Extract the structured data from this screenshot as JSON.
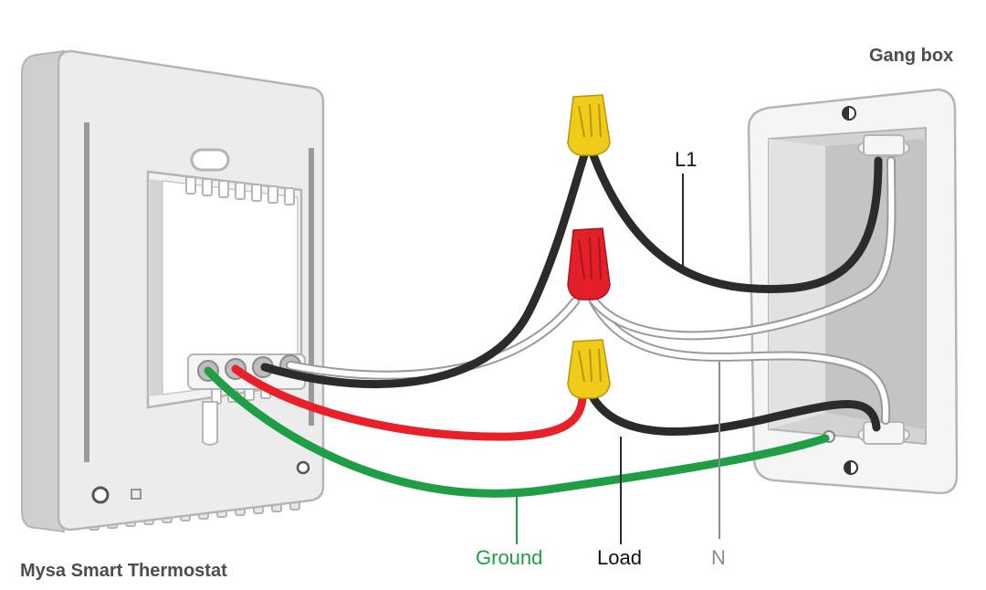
{
  "labels": {
    "gang_box": "Gang box",
    "thermostat": "Mysa Smart Thermostat",
    "l1": "L1",
    "ground": "Ground",
    "load": "Load",
    "neutral": "N"
  },
  "colors": {
    "black_wire": "#2b2b2b",
    "white_wire": "#ffffff",
    "red_wire": "#e8202a",
    "green_wire": "#1f9e45",
    "yellow_nut": "#f0cc1a",
    "red_nut": "#e3202a",
    "device_outline": "#b9b9b9",
    "device_fill": "#e5e5e5",
    "ground_text": "#1f9e45",
    "neutral_text": "#8c8c8c"
  }
}
